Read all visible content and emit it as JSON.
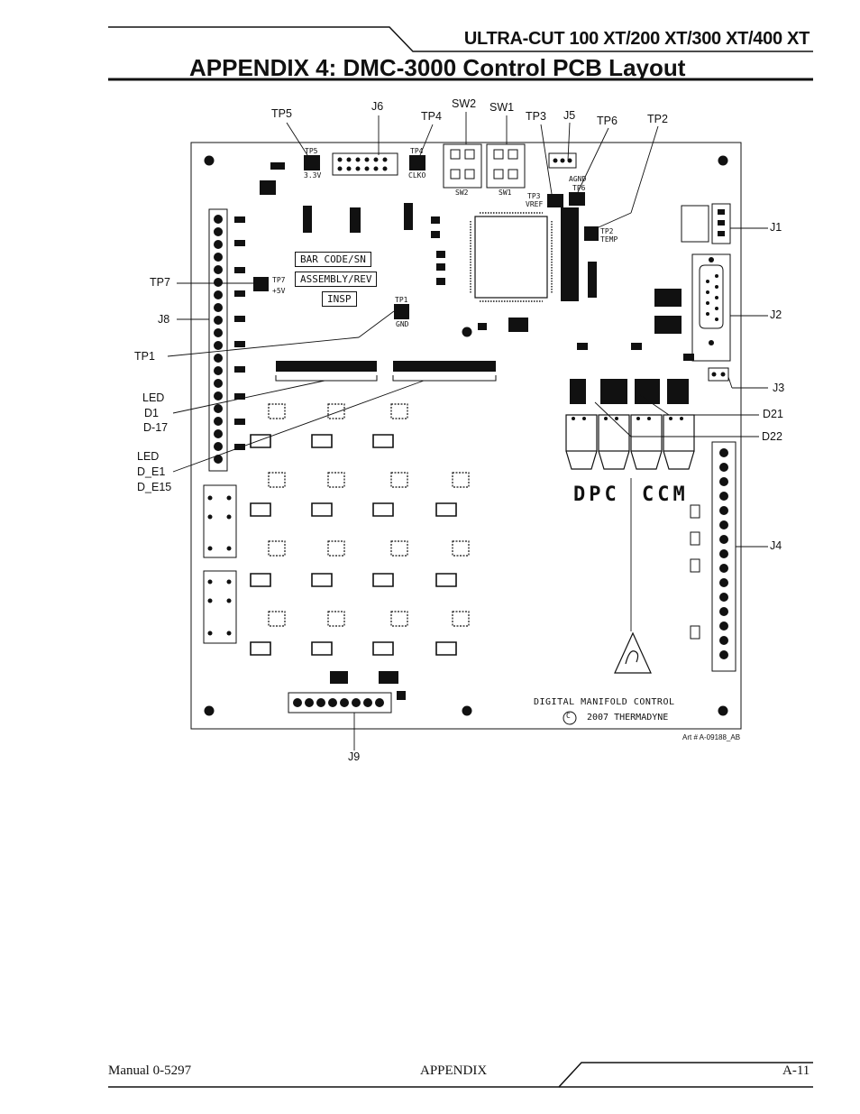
{
  "header": {
    "product_title": "ULTRA-CUT 100 XT/200 XT/300 XT/400 XT",
    "page_title": "APPENDIX  4: DMC-3000 Control PCB Layout"
  },
  "callouts": {
    "tp5": "TP5",
    "j6": "J6",
    "tp4": "TP4",
    "sw2": "SW2",
    "sw1": "SW1",
    "tp3": "TP3",
    "j5": "J5",
    "tp6": "TP6",
    "tp2": "TP2",
    "j1": "J1",
    "j2": "J2",
    "j3": "J3",
    "d21": "D21",
    "d22": "D22",
    "j4": "J4",
    "tp7": "TP7",
    "j8": "J8",
    "tp1": "TP1",
    "led_d1_line1": "LED",
    "led_d1_line2": "D1",
    "led_d1_line3": "D-17",
    "led_de_line1": "LED",
    "led_de_line2": "D_E1",
    "led_de_line3": "D_E15",
    "j9": "J9"
  },
  "board": {
    "label_barcode": "BAR CODE/SN",
    "label_assembly": "ASSEMBLY/REV",
    "label_insp": "INSP",
    "tp5_silk": "TP5",
    "tp5_value": "3.3V",
    "tp4_silk": "TP4",
    "tp4_value": "CLKO",
    "tp7_silk": "TP7",
    "tp7_value": "+5V",
    "tp1_silk": "TP1",
    "tp1_value": "GND",
    "tp3_silk": "TP3",
    "tp3_value": "VREF",
    "tp6_value": "AGND",
    "tp6_silk": "TP6",
    "tp2_silk": "TP2",
    "tp2_value": "TEMP",
    "sw2_silk": "SW2",
    "sw1_silk": "SW1",
    "dpc": "DPC",
    "ccm": "CCM",
    "board_name": "DIGITAL MANIFOLD CONTROL",
    "copyright_symbol": "C",
    "copyright_text": "2007 THERMADYNE"
  },
  "art_number": "Art # A-09188_AB",
  "footer": {
    "manual": "Manual 0-5297",
    "section": "APPENDIX",
    "page": "A-11"
  }
}
